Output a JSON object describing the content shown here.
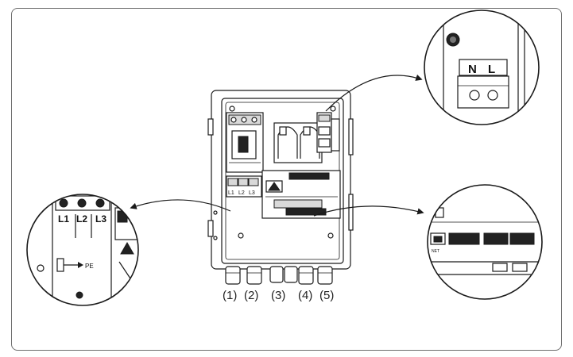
{
  "cabinet_terminals": {
    "l1": "L1",
    "l2": "L2",
    "l3": "L3"
  },
  "zoom_left": {
    "l1": "L1",
    "l2": "L2",
    "l3": "L3",
    "pe": "PE"
  },
  "zoom_top_right": {
    "n": "N",
    "l": "L"
  },
  "zoom_bottom_right": {
    "port_label": "NET"
  },
  "glands": {
    "g1": "(1)",
    "g2": "(2)",
    "g3": "(3)",
    "g4": "(4)",
    "g5": "(5)"
  }
}
